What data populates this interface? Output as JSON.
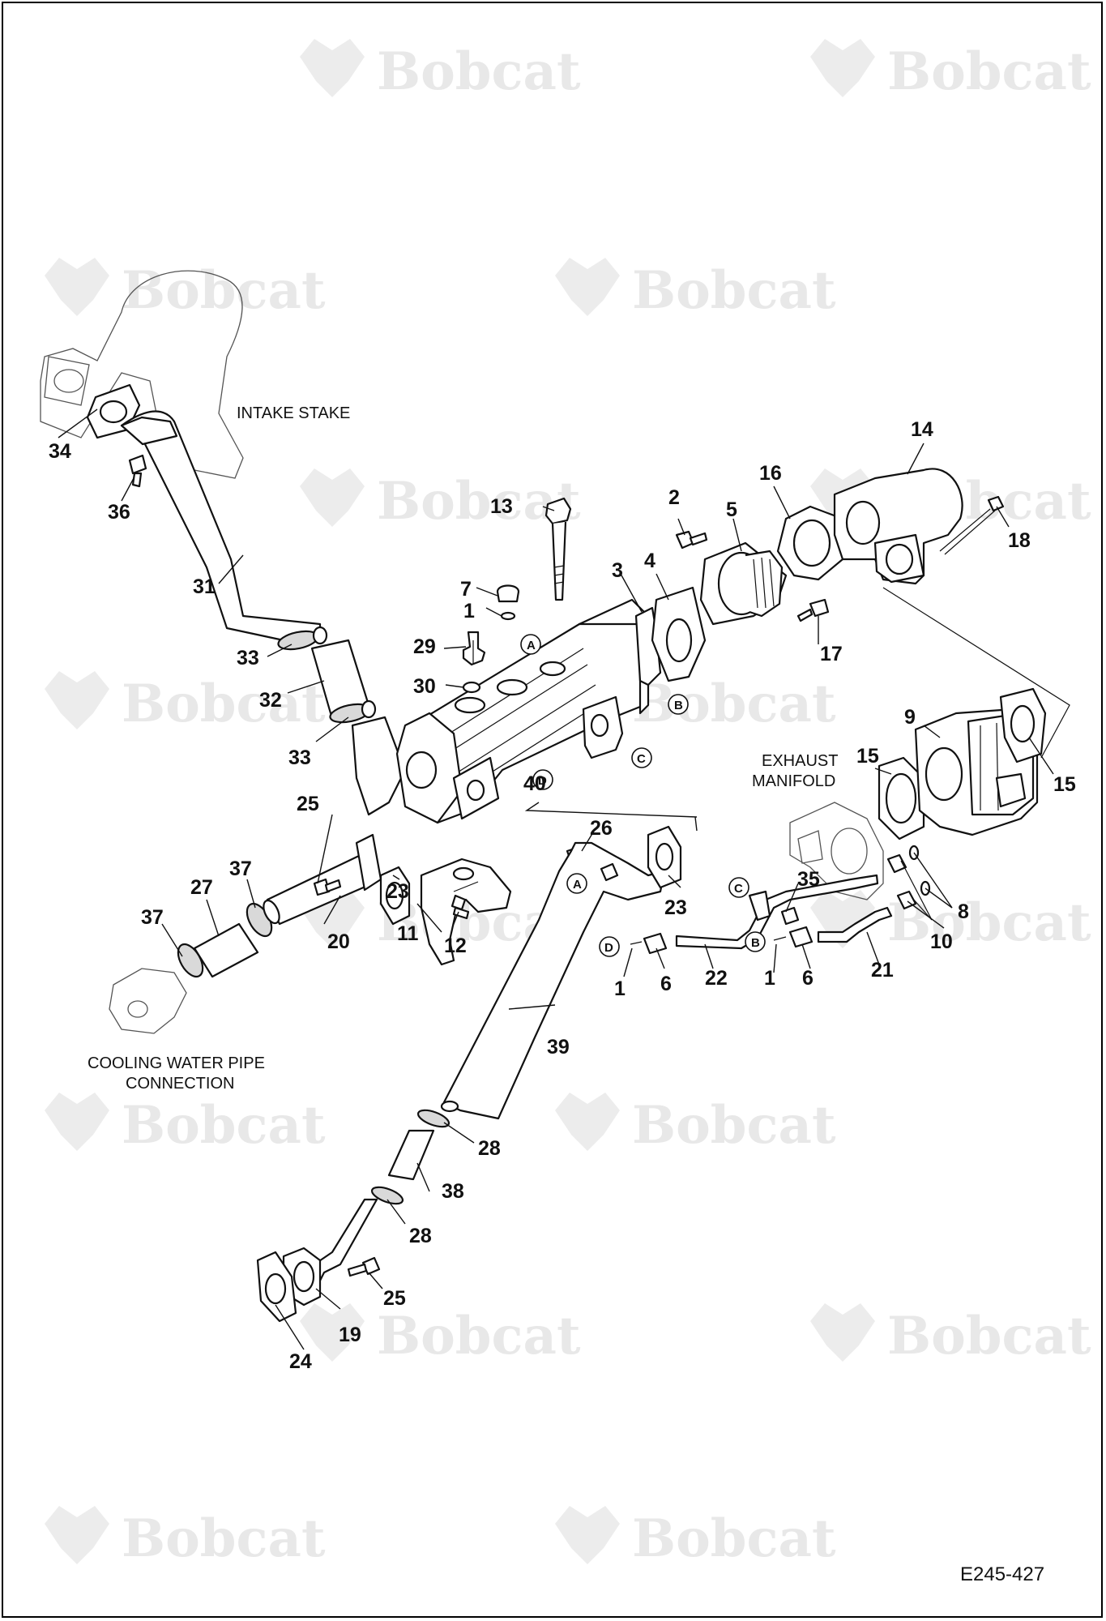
{
  "diagram": {
    "code": "E245-427",
    "watermark": "Bobcat",
    "notes": {
      "intake": "INTAKE STAKE",
      "exhaust_1": "EXHAUST",
      "exhaust_2": "MANIFOLD",
      "cooling_1": "COOLING WATER PIPE",
      "cooling_2": "CONNECTION"
    },
    "callouts": [
      {
        "id": "callout-34",
        "text": "34"
      },
      {
        "id": "callout-36",
        "text": "36"
      },
      {
        "id": "callout-31",
        "text": "31"
      },
      {
        "id": "callout-33a",
        "text": "33"
      },
      {
        "id": "callout-32",
        "text": "32"
      },
      {
        "id": "callout-33b",
        "text": "33"
      },
      {
        "id": "callout-25a",
        "text": "25"
      },
      {
        "id": "callout-27",
        "text": "27"
      },
      {
        "id": "callout-37a",
        "text": "37"
      },
      {
        "id": "callout-37b",
        "text": "37"
      },
      {
        "id": "callout-20",
        "text": "20"
      },
      {
        "id": "callout-23a",
        "text": "23"
      },
      {
        "id": "callout-11",
        "text": "11"
      },
      {
        "id": "callout-12",
        "text": "12"
      },
      {
        "id": "callout-40",
        "text": "40"
      },
      {
        "id": "callout-26",
        "text": "26"
      },
      {
        "id": "callout-23b",
        "text": "23"
      },
      {
        "id": "callout-13",
        "text": "13"
      },
      {
        "id": "callout-7",
        "text": "7"
      },
      {
        "id": "callout-1a",
        "text": "1"
      },
      {
        "id": "callout-29",
        "text": "29"
      },
      {
        "id": "callout-30",
        "text": "30"
      },
      {
        "id": "callout-3",
        "text": "3"
      },
      {
        "id": "callout-4",
        "text": "4"
      },
      {
        "id": "callout-2",
        "text": "2"
      },
      {
        "id": "callout-5",
        "text": "5"
      },
      {
        "id": "callout-16",
        "text": "16"
      },
      {
        "id": "callout-14",
        "text": "14"
      },
      {
        "id": "callout-18",
        "text": "18"
      },
      {
        "id": "callout-17",
        "text": "17"
      },
      {
        "id": "callout-9",
        "text": "9"
      },
      {
        "id": "callout-15a",
        "text": "15"
      },
      {
        "id": "callout-15b",
        "text": "15"
      },
      {
        "id": "callout-35",
        "text": "35"
      },
      {
        "id": "callout-8",
        "text": "8"
      },
      {
        "id": "callout-10",
        "text": "10"
      },
      {
        "id": "callout-21",
        "text": "21"
      },
      {
        "id": "callout-22",
        "text": "22"
      },
      {
        "id": "callout-1b",
        "text": "1"
      },
      {
        "id": "callout-6a",
        "text": "6"
      },
      {
        "id": "callout-1c",
        "text": "1"
      },
      {
        "id": "callout-6b",
        "text": "6"
      },
      {
        "id": "callout-39",
        "text": "39"
      },
      {
        "id": "callout-28a",
        "text": "28"
      },
      {
        "id": "callout-38",
        "text": "38"
      },
      {
        "id": "callout-28b",
        "text": "28"
      },
      {
        "id": "callout-25b",
        "text": "25"
      },
      {
        "id": "callout-19",
        "text": "19"
      },
      {
        "id": "callout-24",
        "text": "24"
      }
    ],
    "references": {
      "A": "A",
      "B": "B",
      "C": "C",
      "D": "D"
    }
  }
}
